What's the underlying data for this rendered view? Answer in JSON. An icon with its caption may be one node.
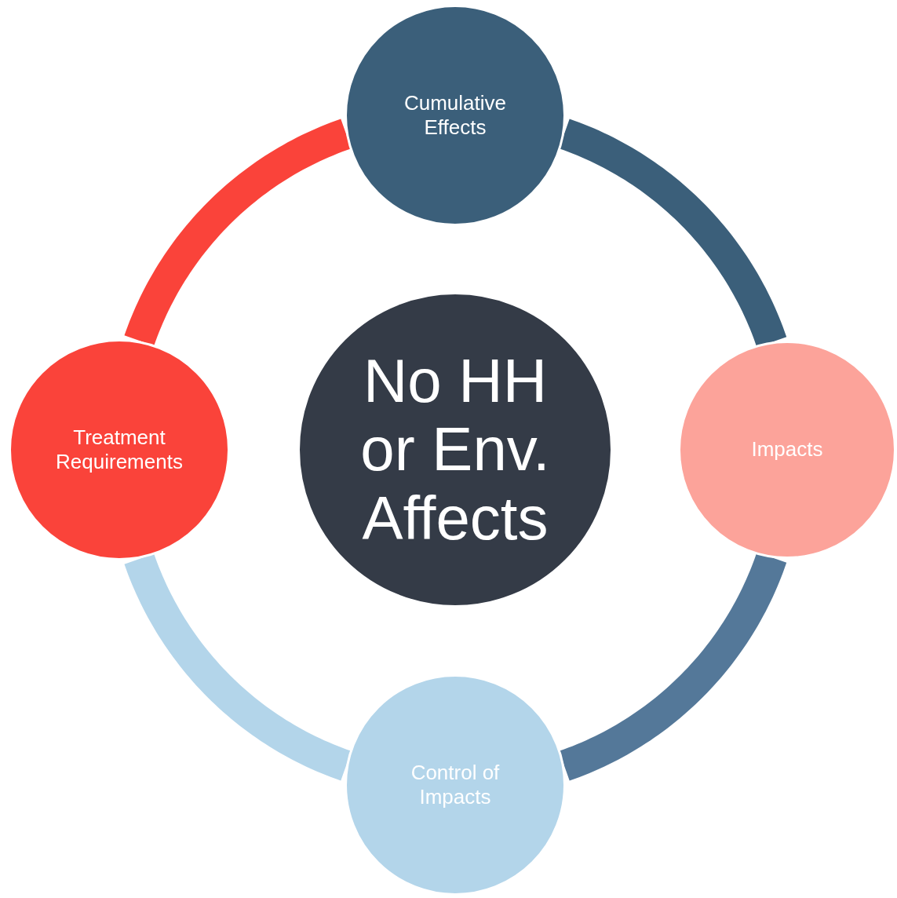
{
  "diagram": {
    "nodes": [
      {
        "text": [
          "No HH or Env. Affects"
        ]
      },
      {
        "text": [
          "Cumulative Effects"
        ]
      },
      {
        "text": [
          "Impacts"
        ]
      },
      {
        "text": [
          "Control of Impacts"
        ]
      },
      {
        "text": [
          "Treatment Requirements"
        ]
      }
    ],
    "edges": [
      {
        "from": 1,
        "to": 2,
        "arrow": "none",
        "color": "#3b5f7a"
      },
      {
        "from": 2,
        "to": 3,
        "arrow": "none",
        "color": "#547899"
      },
      {
        "from": 3,
        "to": 4,
        "arrow": "none",
        "color": "#b3d5ea"
      },
      {
        "from": 4,
        "to": 1,
        "arrow": "none",
        "color": "#fa433a"
      }
    ]
  }
}
